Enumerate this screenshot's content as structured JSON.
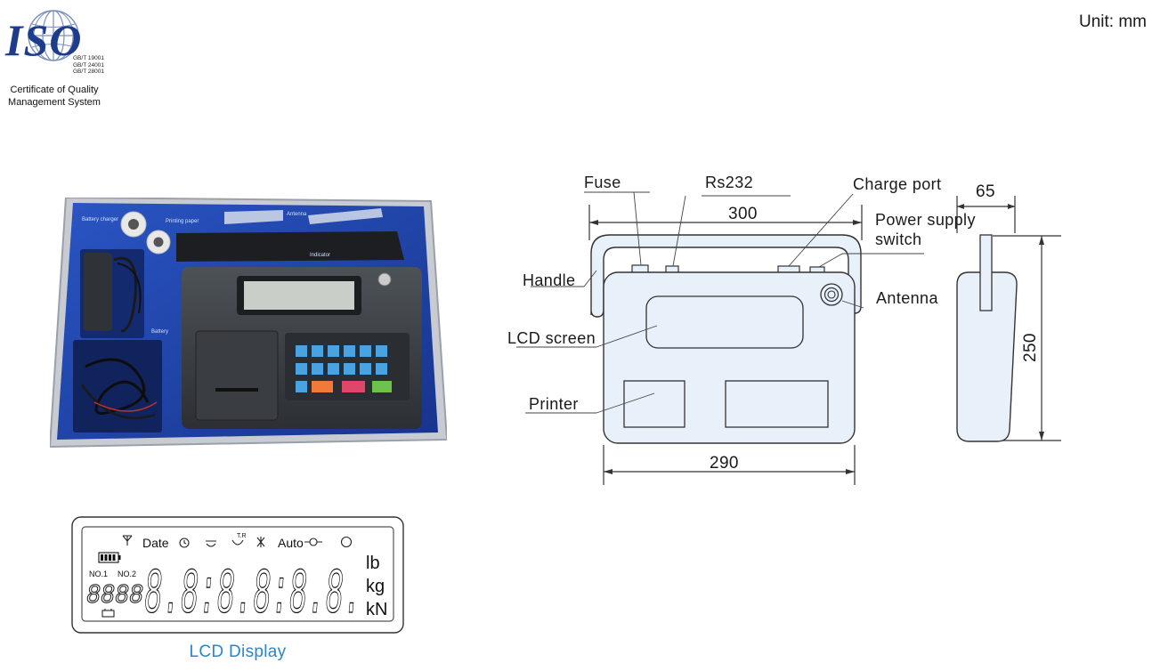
{
  "header": {
    "unit": "Unit: mm"
  },
  "iso_logo": {
    "word": "ISO",
    "standards": [
      "GB/T 19001",
      "GB/T 24001",
      "GB/T 28001"
    ],
    "certificate": [
      "Certificate of Quality",
      "Management System"
    ]
  },
  "photo": {
    "labels": {
      "battery_charger": "Battery charger",
      "printing_paper": "Printing paper",
      "antenna": "Antenna",
      "indicator": "Indicator",
      "battery": "Battery"
    }
  },
  "diagram": {
    "labels": {
      "fuse": "Fuse",
      "rs232": "Rs232",
      "charge_port": "Charge port",
      "power_supply_switch_1": "Power supply",
      "power_supply_switch_2": "switch",
      "handle": "Handle",
      "antenna": "Antenna",
      "lcd_screen": "LCD screen",
      "printer": "Printer"
    },
    "dimensions": {
      "width_top": "300",
      "width_bottom": "290",
      "depth": "65",
      "height": "250"
    }
  },
  "lcd_display": {
    "caption": "LCD Display",
    "date": "Date",
    "auto": "Auto",
    "no1": "NO.1",
    "no2": "NO.2",
    "units": [
      "lb",
      "kg",
      "kN"
    ],
    "small_digits": "8888",
    "big_digits": "8.8:8.8:8.8."
  },
  "colors": {
    "case_blue": "#1f43a8",
    "device_fill": "#e8f1fa",
    "caption_blue": "#2a86c9",
    "iso_blue": "#1d3d8c"
  }
}
